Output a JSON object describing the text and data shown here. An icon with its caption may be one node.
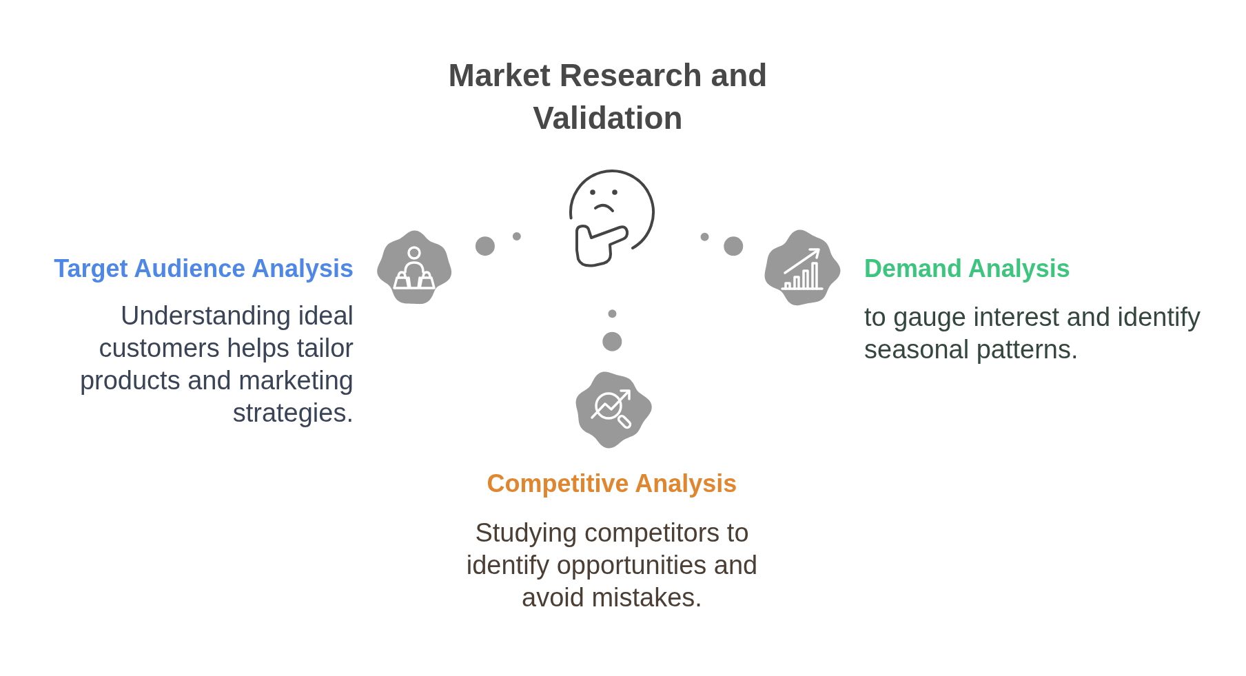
{
  "diagram": {
    "title": "Market Research and Validation",
    "nodes": [
      {
        "text": [],
        "shape": "picture"
      },
      {
        "text": [],
        "shape": "cloud",
        "beside": [
          "Target Audience Analysis",
          "Understanding ideal customers helps tailor products and marketing strategies."
        ]
      },
      {
        "text": [],
        "shape": "cloud",
        "beside": [
          "Demand Analysis",
          "to gauge interest and identify seasonal patterns."
        ]
      },
      {
        "text": [],
        "shape": "cloud",
        "beside": [
          "Competitive Analysis",
          "Studying competitors to identify opportunities and avoid mistakes."
        ]
      }
    ],
    "edges": [
      {
        "from": 0,
        "to": 1,
        "arrow": "none",
        "style": "dashed"
      },
      {
        "from": 0,
        "to": 2,
        "arrow": "none",
        "style": "dashed"
      },
      {
        "from": 0,
        "to": 3,
        "arrow": "none",
        "style": "dashed"
      }
    ]
  }
}
